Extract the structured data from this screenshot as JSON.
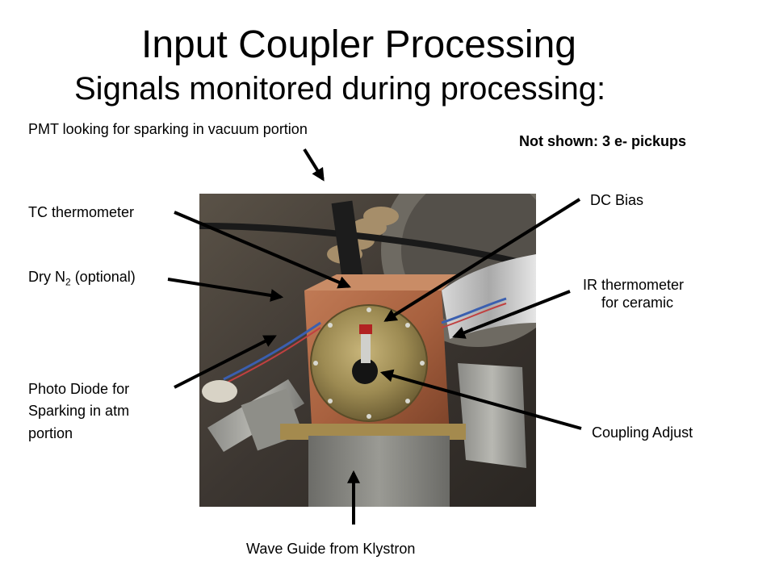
{
  "slide": {
    "title": "Input Coupler Processing",
    "subtitle": "Signals monitored during processing:"
  },
  "labels": {
    "pmt": "PMT looking for sparking in vacuum portion",
    "not_shown": "Not shown: 3 e- pickups",
    "tc_thermometer": "TC thermometer",
    "dc_bias": "DC Bias",
    "dry_n2_prefix": "Dry N",
    "dry_n2_sub": "2",
    "dry_n2_suffix": " (optional)",
    "ir_line1": "IR  thermometer",
    "ir_line2": "for ceramic",
    "photo_diode_line1": "Photo Diode for",
    "photo_diode_line2": "Sparking in atm",
    "photo_diode_line3": "portion",
    "coupling_adjust": "Coupling Adjust",
    "wave_guide": "Wave Guide from Klystron"
  }
}
